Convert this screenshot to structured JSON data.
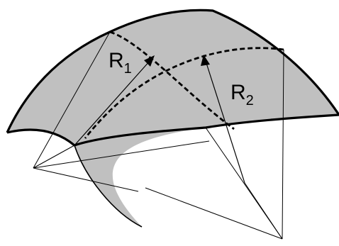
{
  "labels": {
    "r1": {
      "main": "R",
      "sub": "1"
    },
    "r2": {
      "main": "R",
      "sub": "2"
    }
  },
  "colors": {
    "surface_fill": "#c0c0c0",
    "stroke": "#000000",
    "background": "#ffffff"
  }
}
